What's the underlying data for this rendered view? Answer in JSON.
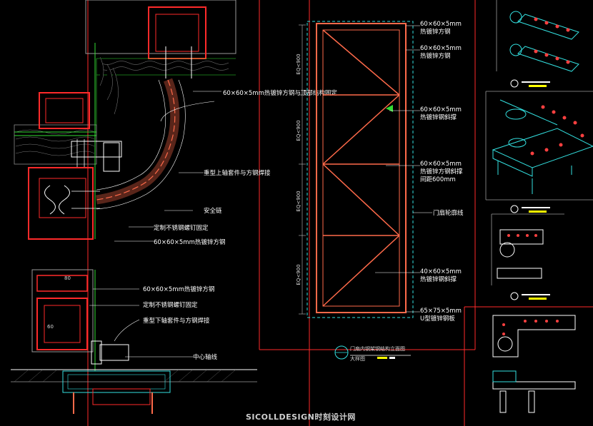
{
  "colors": {
    "background": "#000000",
    "frame_red": "#ff2a2a",
    "steel": "#ff6a4a",
    "cyan": "#33e0e0",
    "green": "#33dd33",
    "yellow": "#ffff00",
    "white": "#ffffff",
    "grey": "#9a9a9a"
  },
  "left_labels": {
    "top_tube_fixing": "60×60×5mm热镀锌方钢与顶部结构固定",
    "upper_pivot_weld": "重型上轴套件与方钢焊接",
    "safety_chain": "安全链",
    "ss_bolt": "定制不锈钢螺钉固定",
    "tube_60x60x5": "60×60×5mm热镀锌方钢"
  },
  "lower_labels": {
    "tube": "60×60×5mm热镀锌方钢",
    "ss_bolt": "定制不锈钢螺钉固定",
    "lower_pivot_weld": "重型下轴套件与方钢焊接",
    "axis_line": "中心轴线"
  },
  "frame_labels": {
    "top_a": "60×60×5mm",
    "top_b": "热镀锌方钢",
    "second_a": "60×60×5mm",
    "second_b": "热镀锌方钢",
    "brace_a": "60×60×5mm",
    "brace_b": "热镀锌钢斜撑",
    "spacing_a": "60×60×5mm",
    "spacing_b": "热镀锌方钢斜撑",
    "spacing_c": "间距600mm",
    "outline": "门扇轮廓线",
    "lower_a": "40×60×5mm",
    "lower_b": "热镀锌钢斜撑",
    "channel_a": "65×75×5mm",
    "channel_b": "U型镀锌钢板"
  },
  "dims": {
    "eq": "EQ<900",
    "sixty": "60",
    "eighty": "80"
  },
  "title": {
    "main": "门扇内钢架钢结构立面图",
    "sub": "大样图"
  },
  "watermark": "SICOLLDESIGN时刻设计网"
}
